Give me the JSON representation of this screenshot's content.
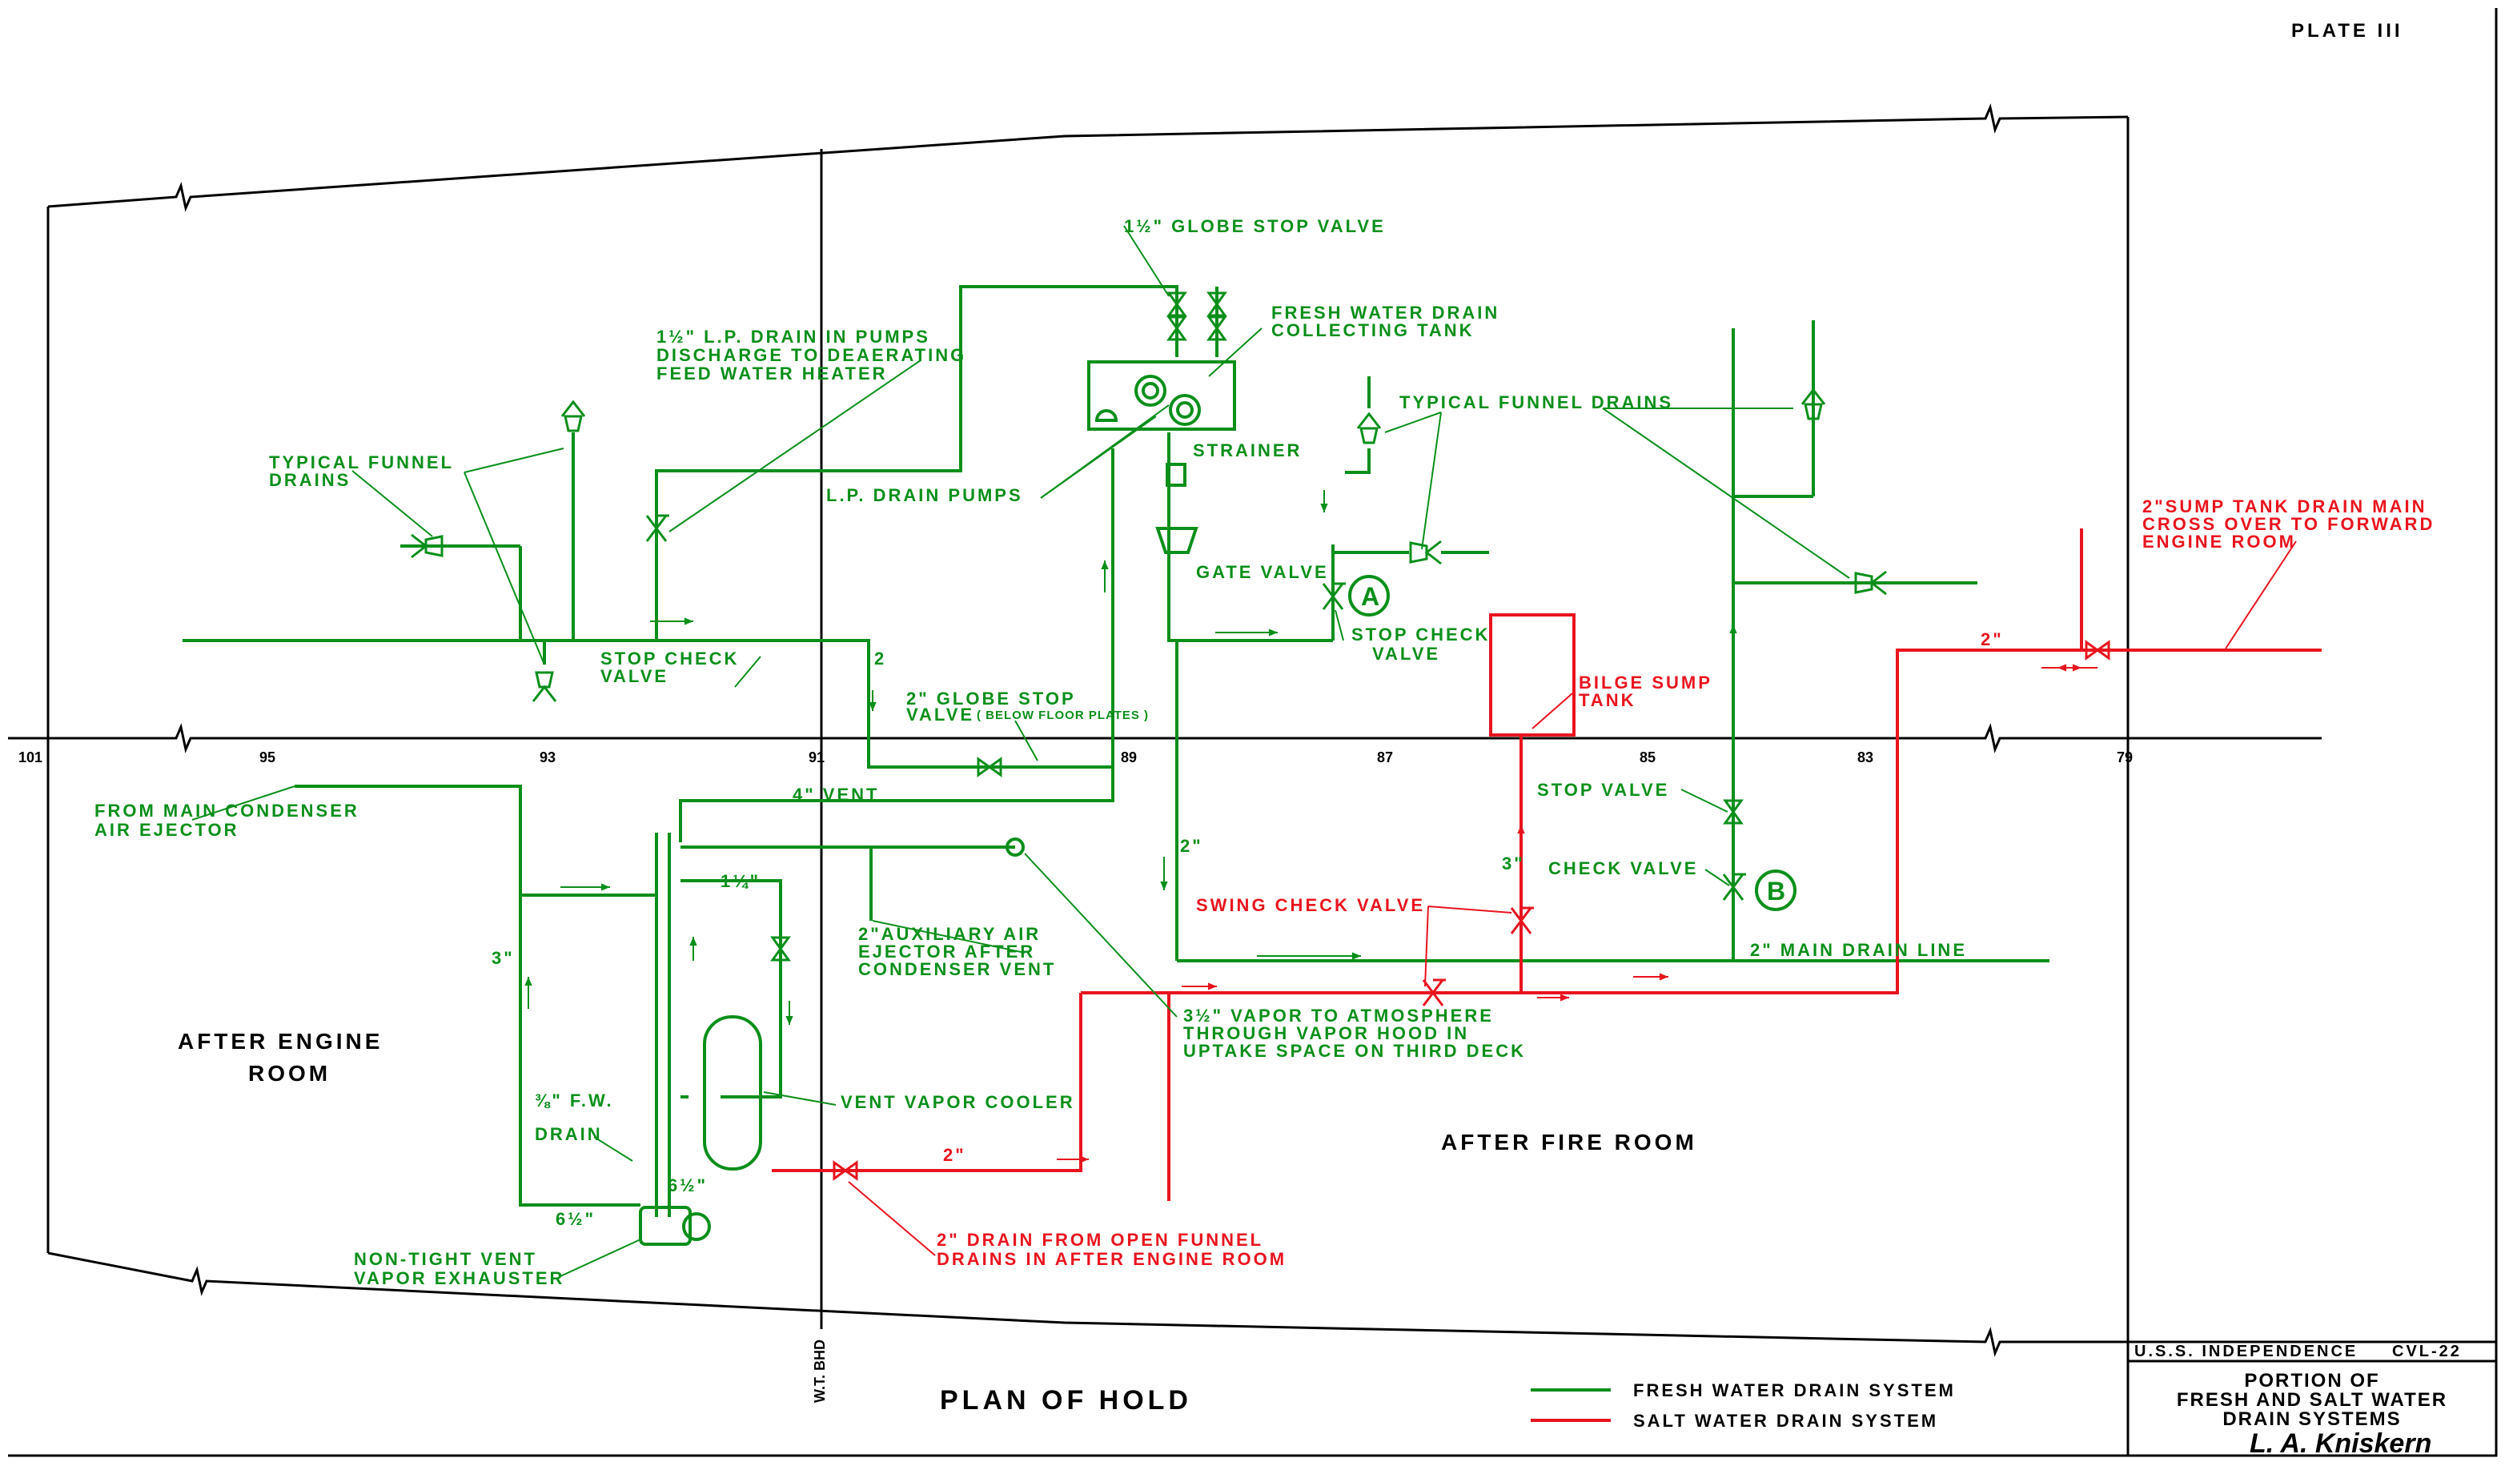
{
  "plate": "PLATE III",
  "frames": [
    "101",
    "95",
    "93",
    "91",
    "89",
    "87",
    "85",
    "83",
    "79"
  ],
  "bulkhead_label": "W.T. BHD",
  "rooms": {
    "engine_line1": "AFTER ENGINE",
    "engine_line2": "ROOM",
    "fire": "AFTER FIRE ROOM"
  },
  "plan_title": "PLAN OF HOLD",
  "legend": {
    "fresh": "FRESH WATER DRAIN SYSTEM",
    "salt": "SALT WATER DRAIN SYSTEM"
  },
  "title_block": {
    "ship": "U.S.S. INDEPENDENCE",
    "hull": "CVL-22",
    "line1": "PORTION OF",
    "line2": "FRESH AND SALT WATER",
    "line3": "DRAIN SYSTEMS",
    "signature": "L. A. Kniskern"
  },
  "colors": {
    "fresh": "#0a8f1a",
    "salt": "#e8141e",
    "outline": "#000000"
  },
  "markers": [
    "A",
    "B"
  ],
  "labels": {
    "funnel_left_1": "TYPICAL FUNNEL",
    "funnel_left_2": "DRAINS",
    "lp_drain_1": "1½\" L.P. DRAIN IN PUMPS",
    "lp_drain_2": "DISCHARGE TO DEAERATING",
    "lp_drain_3": "FEED WATER HEATER",
    "globe_top": "1½\" GLOBE STOP VALVE",
    "collect_1": "FRESH WATER DRAIN",
    "collect_2": "COLLECTING TANK",
    "strainer": "STRAINER",
    "funnel_right": "TYPICAL FUNNEL DRAINS",
    "lp_pumps": "L.P. DRAIN PUMPS",
    "gate": "GATE VALVE",
    "stop_check_a_1": "STOP CHECK",
    "stop_check_a_2": "VALVE",
    "stop_check_l_1": "STOP CHECK",
    "stop_check_l_2": "VALVE",
    "globe_2in": "2\" GLOBE STOP",
    "globe_2in_b": "VALVE",
    "below_floor": "( BELOW FLOOR PLATES )",
    "pipe_2_top": "2",
    "vent_4": "4\" VENT",
    "from_main_1": "FROM MAIN CONDENSER",
    "from_main_2": "AIR EJECTOR",
    "size_114": "1¼\"",
    "aux_1": "2\"AUXILIARY AIR",
    "aux_2": "EJECTOR AFTER",
    "aux_3": "CONDENSER VENT",
    "size_3_left": "3\"",
    "size_2_mid": "2\"",
    "vapor_1": "3½\" VAPOR TO ATMOSPHERE",
    "vapor_2": "THROUGH VAPOR HOOD IN",
    "vapor_3": "UPTAKE SPACE ON THIRD DECK",
    "vent_cooler": "VENT VAPOR COOLER",
    "fw_drain_1": "⅜\" F.W.",
    "fw_drain_2": "DRAIN",
    "size_612_a": "6½\"",
    "size_612_b": "6½\"",
    "non_tight_1": "NON-TIGHT VENT",
    "non_tight_2": "VAPOR EXHAUSTER",
    "stop_valve": "STOP VALVE",
    "check_valve": "CHECK VALVE",
    "main_drain": "2\" MAIN DRAIN LINE",
    "size_3_mid": "3\"",
    "swing_check": "SWING CHECK VALVE",
    "bilge_1": "BILGE SUMP",
    "bilge_2": "TANK",
    "sump_1": "2\"SUMP TANK DRAIN MAIN",
    "sump_2": "CROSS OVER TO FORWARD",
    "sump_3": "ENGINE ROOM",
    "size_2_red_top": "2\"",
    "size_2_red_low": "2\"",
    "drain_open_1": "2\" DRAIN FROM OPEN FUNNEL",
    "drain_open_2": "DRAINS IN AFTER ENGINE ROOM"
  }
}
